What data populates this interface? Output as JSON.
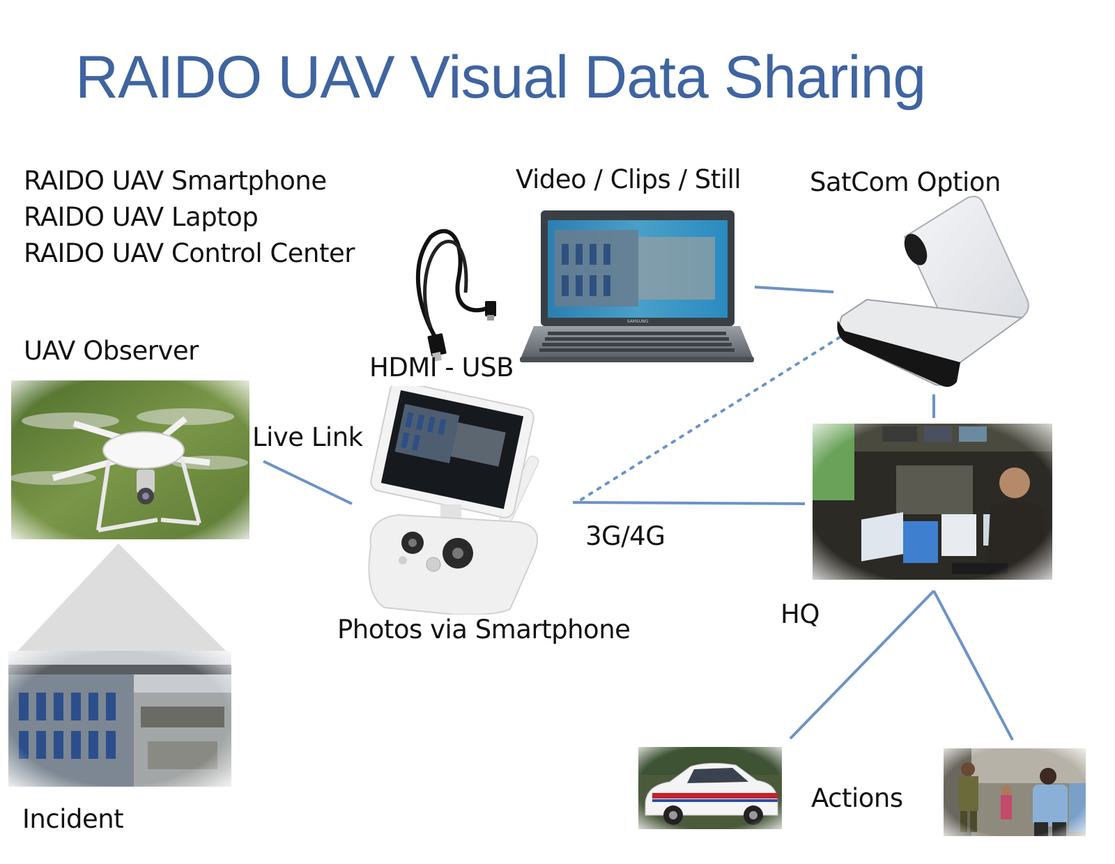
{
  "title": "RAIDO UAV Visual Data Sharing",
  "legend": [
    "RAIDO UAV Smartphone",
    "RAIDO UAV Laptop",
    "RAIDO UAV Control Center"
  ],
  "labels": {
    "uav_observer": "UAV Observer",
    "incident": "Incident",
    "live_link": "Live Link",
    "hdmi_usb": "HDMI - USB",
    "video_clips": "Video / Clips / Still",
    "satcom": "SatCom Option",
    "network": "3G/4G",
    "photos": "Photos via Smartphone",
    "hq": "HQ",
    "actions": "Actions"
  },
  "laptop_brand": "SAMSUNG",
  "colors": {
    "title": "#3f64a0",
    "connector": "#6b93c6",
    "text": "#111111"
  },
  "icons": [
    "drone-photo",
    "incident-building-photo",
    "hdmi-cable-icon",
    "laptop-photo",
    "satcom-terminal-photo",
    "controller-tablet-photo",
    "hq-control-room-photo",
    "police-car-photo",
    "police-officers-photo"
  ]
}
